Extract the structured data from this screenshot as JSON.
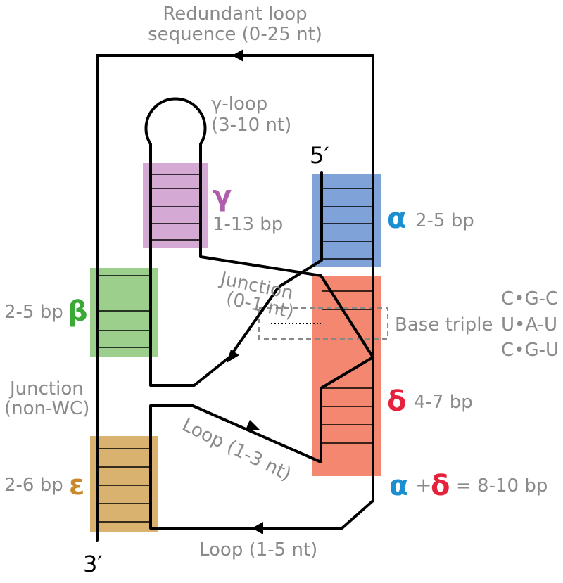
{
  "labels": {
    "redundant_loop_1": "Redundant loop",
    "redundant_loop_2": "sequence (0-25 nt)",
    "gamma_loop_1": "γ-loop",
    "gamma_loop_2": "(3-10 nt)",
    "five_prime": "5′",
    "three_prime": "3′",
    "junction_1": "Junction",
    "junction_1_sub": "(0-1 nt)",
    "junction_nonwc": "Junction",
    "junction_nonwc_sub": "(non-WC)",
    "base_triple": "Base triple",
    "loop_1_3": "Loop (1-3 nt)",
    "loop_1_5": "Loop (1-5 nt)"
  },
  "stems": {
    "gamma": {
      "symbol": "γ",
      "bp": "1-13 bp",
      "color": "#d4a9d4",
      "symbol_color": "#b05eab"
    },
    "alpha": {
      "symbol": "α",
      "bp": "2-5 bp",
      "color": "#7fa3d8",
      "symbol_color": "#1c8fd0"
    },
    "beta": {
      "symbol": "β",
      "bp": "2-5 bp",
      "color": "#9dcf8c",
      "symbol_color": "#3aaa35"
    },
    "delta": {
      "symbol": "δ",
      "bp": "4-7 bp",
      "color": "#f4876f",
      "symbol_color": "#e5213b"
    },
    "epsilon": {
      "symbol": "ε",
      "bp": "2-6 bp",
      "color": "#d9b26f",
      "symbol_color": "#c9892a"
    }
  },
  "triples": [
    "C•G-C",
    "U•A-U",
    "C•G-U"
  ],
  "sum": {
    "alpha": "α",
    "plus": "+",
    "delta": "δ",
    "equals": "= 8-10 bp"
  }
}
